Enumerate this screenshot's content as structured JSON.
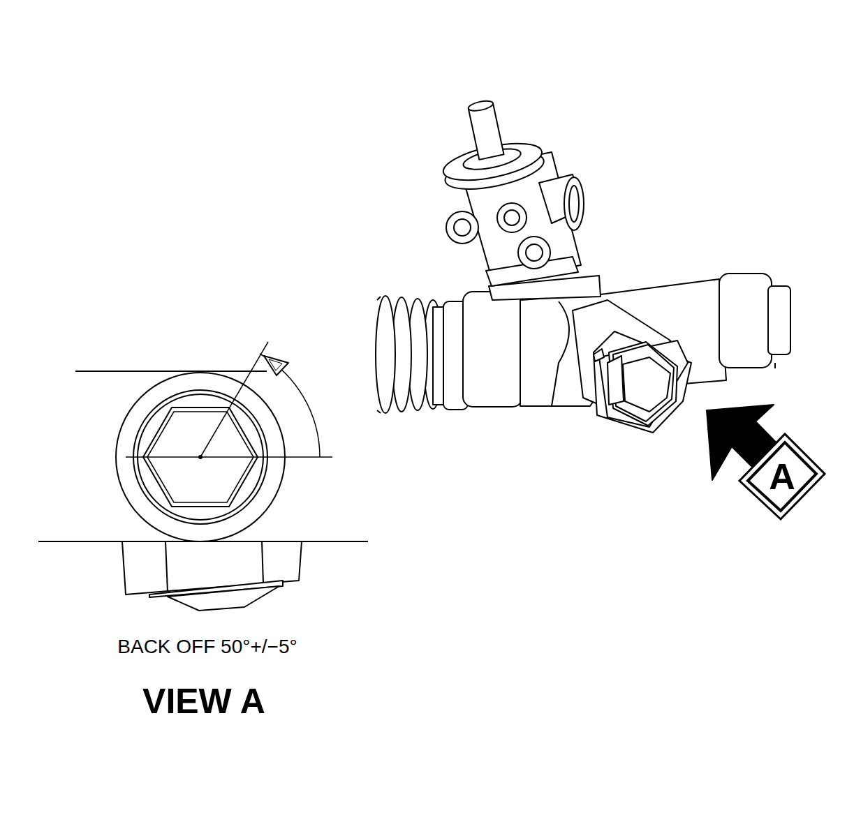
{
  "diagram": {
    "nodes": [
      {
        "text": [
          "A"
        ]
      }
    ],
    "labels": [
      "BACK OFF 50°+/−5°",
      "VIEW A"
    ]
  }
}
